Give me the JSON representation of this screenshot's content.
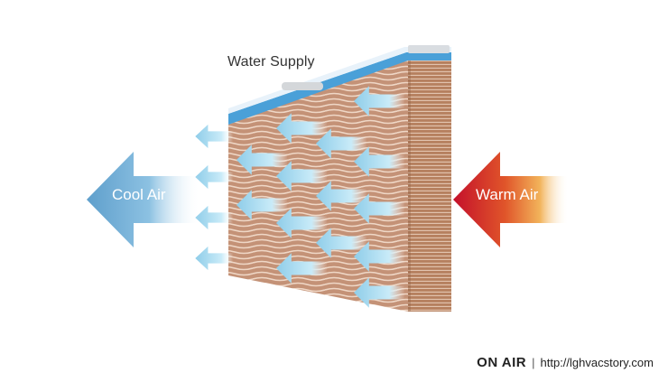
{
  "labels": {
    "water_supply": "Water Supply",
    "cool_air": "Cool Air",
    "warm_air": "Warm Air"
  },
  "footer": {
    "brand": "ON AIR",
    "separator": "|",
    "url": "http://lghvacstory.com"
  },
  "colors": {
    "cool_arrow": "#6aaed6",
    "warm_arrow": "#c8102e",
    "pad_brown": "#b88466",
    "water_blue": "#4aa0d8",
    "flow_arrow": "#bfe4f5"
  },
  "icons": {
    "cool_air": "arrow-left-icon",
    "warm_air": "arrow-left-icon",
    "airflow": "arrow-left-icon"
  }
}
